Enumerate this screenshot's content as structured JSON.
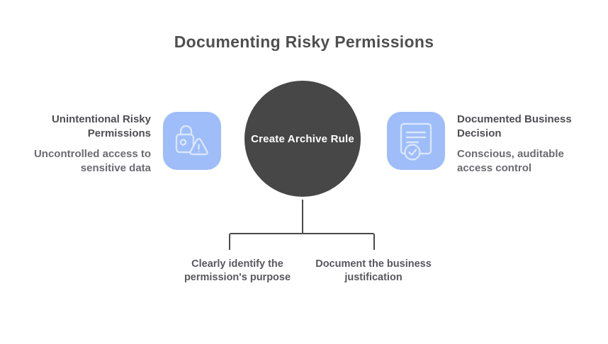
{
  "title": "Documenting Risky Permissions",
  "center_node": {
    "label": "Create Archive Rule"
  },
  "left_item": {
    "heading": "Unintentional Risky Permissions",
    "description": "Uncontrolled access to sensitive data",
    "icon": "lock-warning-icon"
  },
  "right_item": {
    "heading": "Documented Business Decision",
    "description": "Conscious, auditable access control",
    "icon": "document-check-icon"
  },
  "branches": [
    {
      "label": "Clearly identify the permission's purpose"
    },
    {
      "label": "Document the business justification"
    }
  ],
  "colors": {
    "background": "#ffffff",
    "title_text": "#4f4f4f",
    "heading_text": "#4e4e53",
    "description_text": "#6b6b70",
    "branch_text": "#58585d",
    "connector": "#4a4a4a",
    "node_fill": "#474747",
    "node_text": "#ffffff",
    "icon_tile_fill": "#9ebdf9",
    "icon_stroke": "#d9e6fd"
  }
}
